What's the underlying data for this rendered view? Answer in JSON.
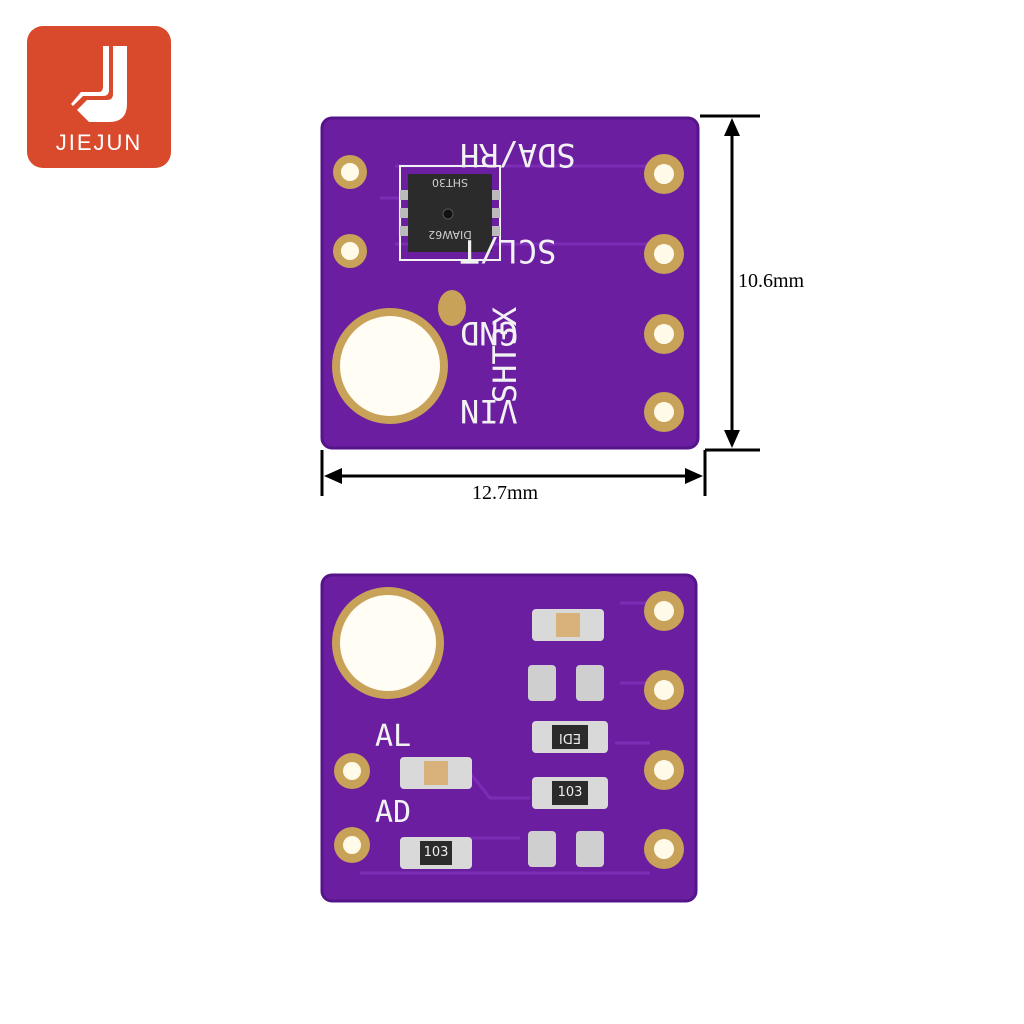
{
  "logo": {
    "text": "JIEJUN",
    "brand_color": "#d9492b"
  },
  "board_front": {
    "chip_line1": "SHT30",
    "chip_line2": "DIAW62",
    "model_label": "SHT3X",
    "pins": [
      "SDA/RH",
      "SCL/T",
      "GND",
      "VIN"
    ]
  },
  "board_back": {
    "label_al": "AL",
    "label_ad": "AD",
    "resistor_codes": [
      "103",
      "103"
    ],
    "resistor_mid": "EDI"
  },
  "dimensions": {
    "height": "10.6mm",
    "width": "12.7mm"
  },
  "colors": {
    "pcb": "#6b1fa0",
    "pad_gold": "#c9a25a",
    "silkscreen": "#f2f2f2"
  }
}
